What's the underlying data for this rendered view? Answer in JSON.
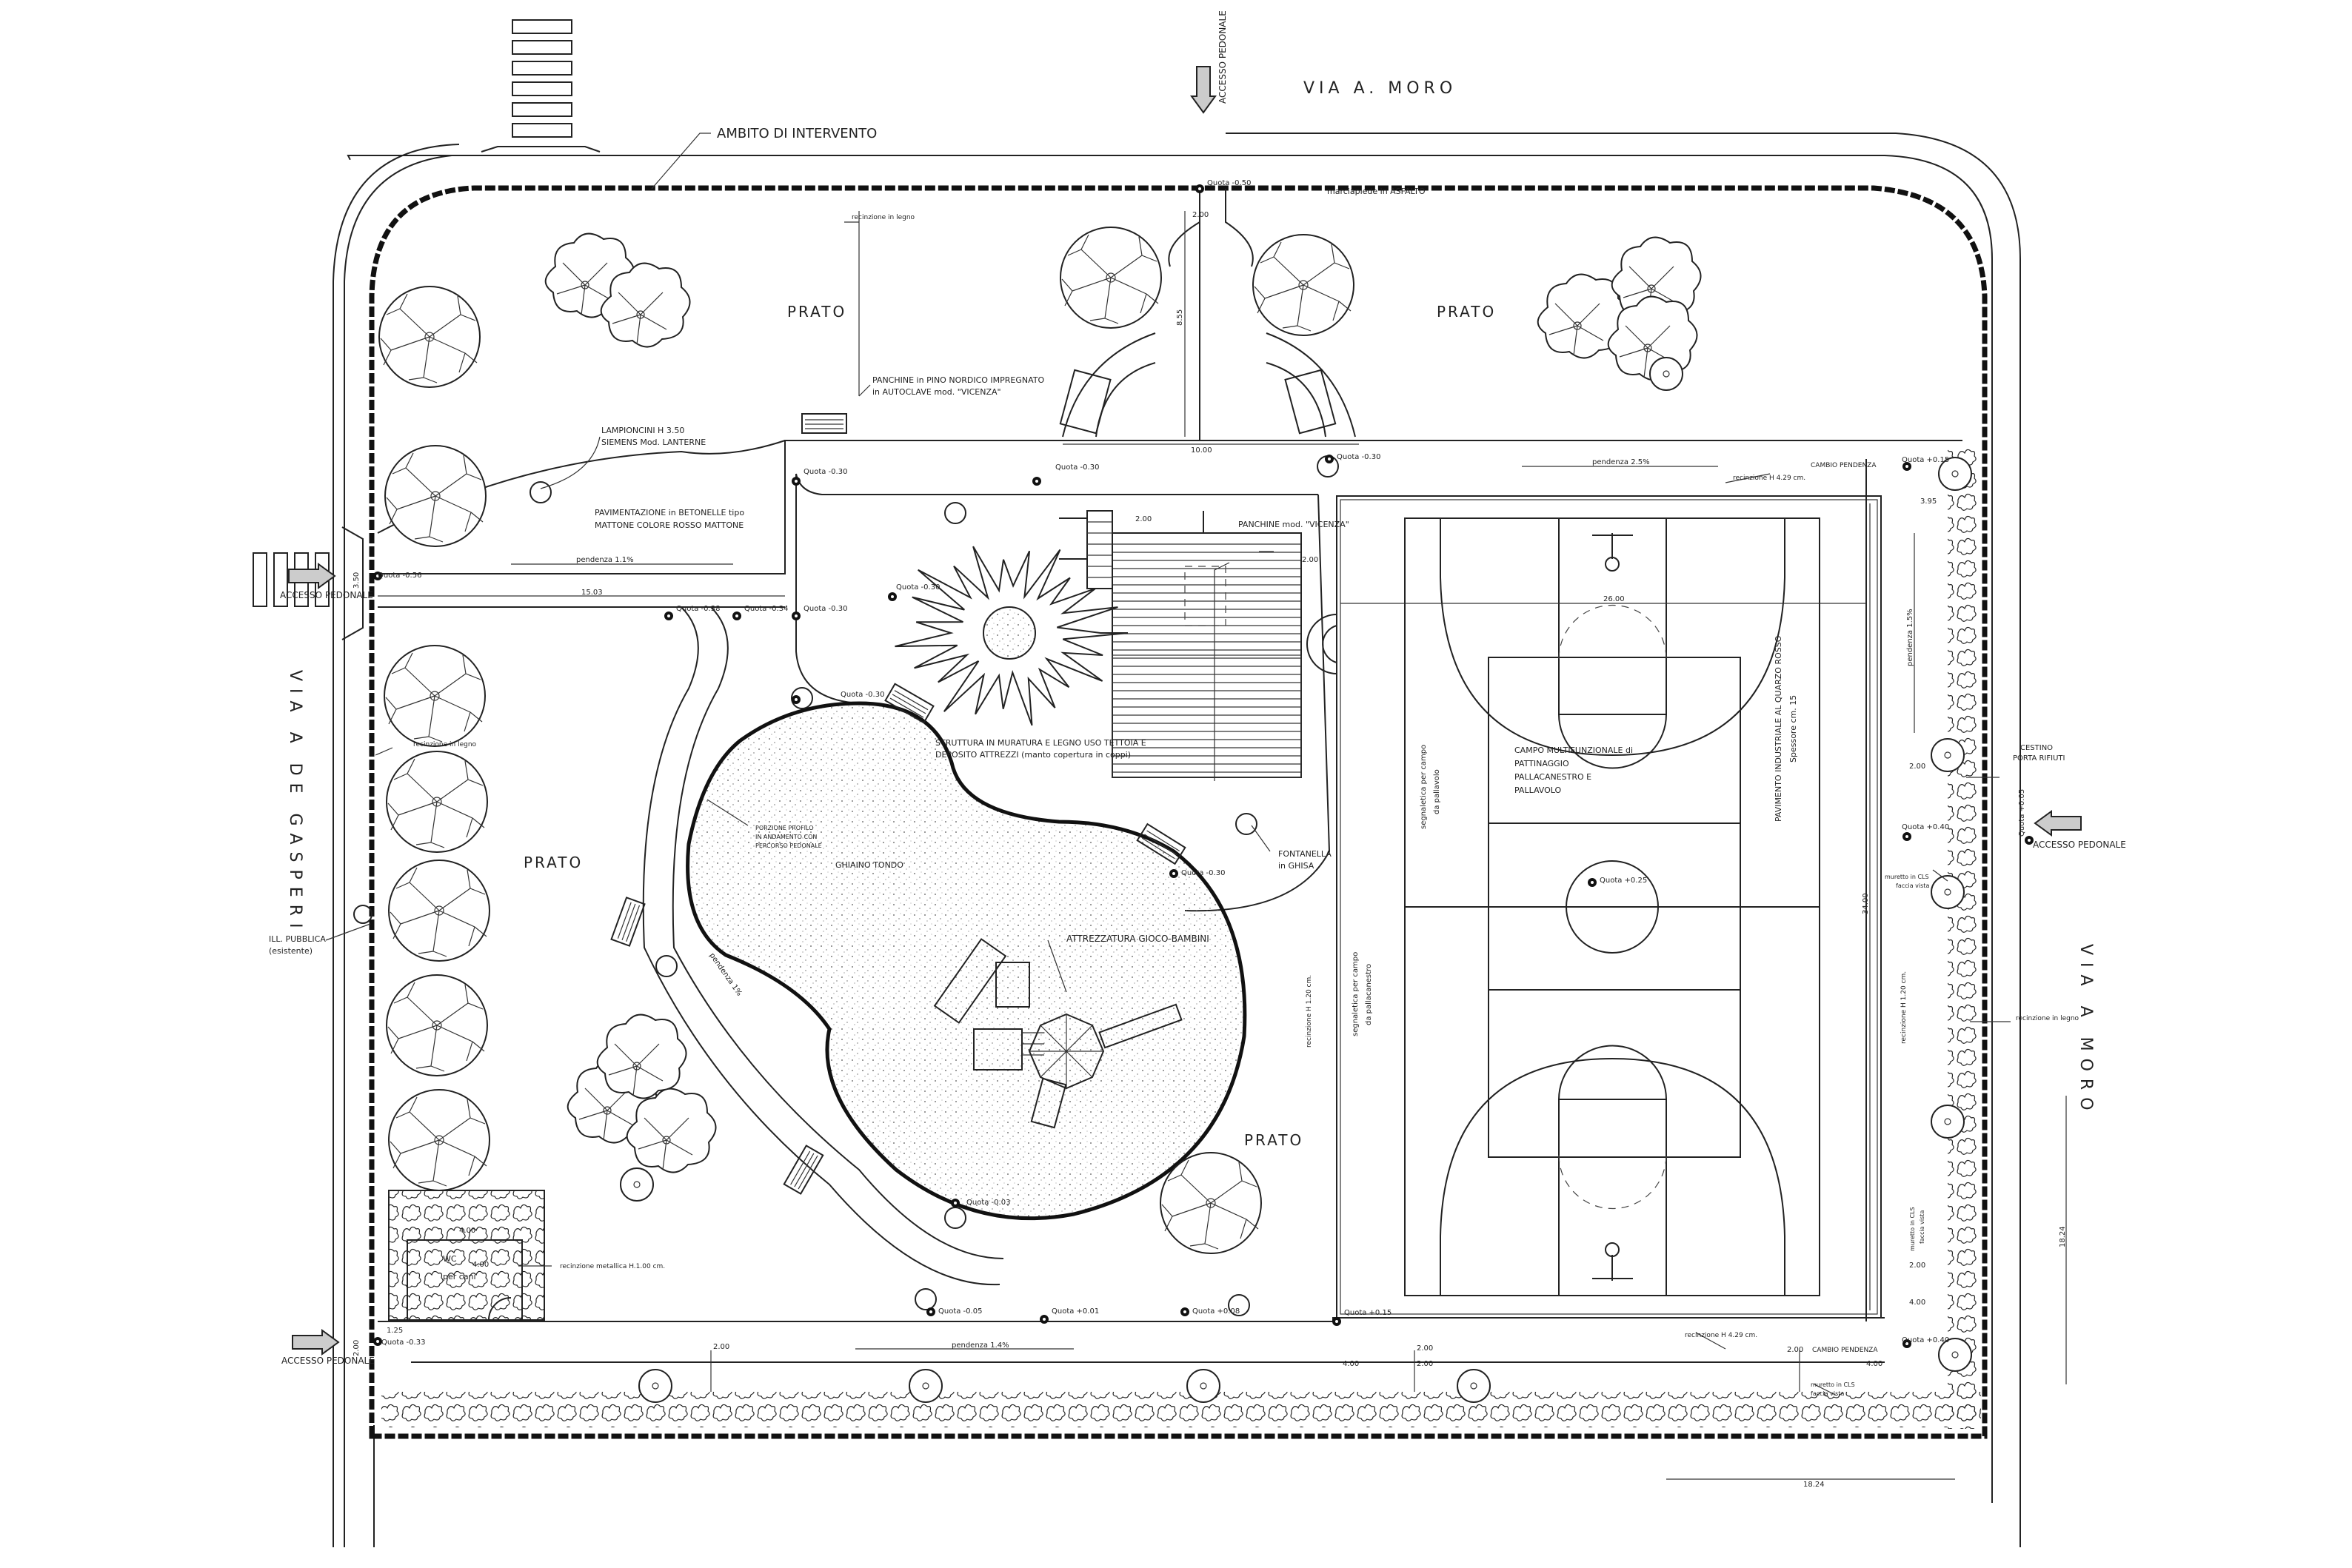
{
  "streets": {
    "north": "VIA  A.  MORO",
    "west": "VIA  A  DE  GASPERI",
    "east": "VIA  A  MORO"
  },
  "callouts": {
    "ambito": "AMBITO DI INTERVENTO",
    "marciapiede": "marciapiede in ASFALTO",
    "recinzione_legno_n": "recinzione in legno",
    "recinzione_legno_w": "recinzione in legno",
    "recinzione_legno_e": "recinzione in legno",
    "panchine_pino_1": "PANCHINE in PINO NORDICO IMPREGNATO",
    "panchine_pino_2": "in AUTOCLAVE mod. \"VICENZA\"",
    "lampioncini_1": "LAMPIONCINI H 3.50",
    "lampioncini_2": "SIEMENS Mod.  LANTERNE",
    "pav_1": "PAVIMENTAZIONE in BETONELLE tipo",
    "pav_2": "MATTONE COLORE ROSSO MATTONE",
    "panchine_vicenza": "PANCHINE mod. \"VICENZA\"",
    "struttura_1": "STRUTTURA IN MURATURA E LEGNO USO TETTOIA E",
    "struttura_2": "DEPOSITO ATTREZZI (manto copertura in coppi)",
    "fontanella_1": "FONTANELLA",
    "fontanella_2": "in GHISA",
    "porzione_1": "PORZIONE PROFILO",
    "porzione_2": "IN ANDAMENTO CON",
    "porzione_3": "PERCORSO PEDONALE",
    "ghiaino": "GHIAINO TONDO",
    "attrezzatura": "ATTREZZATURA GIOCO-BAMBINI",
    "ill_1": "ILL. PUBBLICA",
    "ill_2": "(esistente)",
    "wc_1": "WC",
    "wc_2": "per cani",
    "recinzione_metallica": "recinzione metallica H.1.00 cm.",
    "campo_1": "CAMPO MULTIFUNZIONALE di",
    "campo_2": "PATTINAGGIO",
    "campo_3": "PALLACANESTRO E",
    "campo_4": "PALLAVOLO",
    "pavimento_1": "PAVIMENTO INDUSTRIALE AL QUARZO ROSSO",
    "pavimento_2": "Spessore cm. 15",
    "segnaletica_vol_1": "segnaletica per campo",
    "segnaletica_vol_2": "da pallavolo",
    "segnaletica_bas_1": "segnaletica per campo",
    "segnaletica_bas_2": "da pallacanestro",
    "recinzione_429_n": "recinzione H 4.29 cm.",
    "recinzione_429_s": "recinzione H 4.29 cm.",
    "recinzione_120_w": "recinzione H 1.20 cm.",
    "recinzione_120_e": "recinzione H 1.20 cm.",
    "cambio_n": "CAMBIO PENDENZA",
    "cambio_s": "CAMBIO PENDENZA",
    "cestino_1": "CESTINO",
    "cestino_2": "PORTA RIFIUTI",
    "muretto_1a": "muretto in CLS",
    "muretto_1b": "faccia vista",
    "muretto_2a": "muretto in CLS",
    "muretto_2b": "faccia vista",
    "muretto_3a": "muretto in CLS",
    "muretto_3b": "faccia vista"
  },
  "area_labels": {
    "prato_nw": "PRATO",
    "prato_ne": "PRATO",
    "prato_w": "PRATO",
    "prato_s": "PRATO"
  },
  "access": {
    "north": "ACCESSO PEDONALE",
    "west": "ACCESSO PEDONALE",
    "southwest": "ACCESSO PEDONALE",
    "east": "ACCESSO PEDONALE"
  },
  "quote": {
    "q1": "Quota -0.50",
    "q2": "Quota -0.30",
    "q3": "Quota -0.30",
    "q4": "Quota -0.30",
    "q5": "Quota -0.56",
    "q6": "Quota -0.38",
    "q7": "Quota -0.34",
    "q8": "Quota -0.30",
    "q9": "Quota -0.30",
    "q10": "Quota -0.30",
    "q11": "Quota -0.30",
    "q12": "Quota +0.15",
    "q13": "Quota +0.40",
    "q14": "Quota +0.25",
    "q15": "Quota -0.03",
    "q16": "Quota -0.05",
    "q17": "Quota +0.01",
    "q18": "Quota +0.08",
    "q19": "Quota +0.15",
    "q20": "Quota +0.40",
    "q21": "Quota -0.33",
    "q22": "Quota +0.05"
  },
  "pendenze": {
    "p1": "pendenza 1.1%",
    "p2": "pendenza 2.5%",
    "p3": "pendenza 1.4%",
    "p4": "pendenza 1%",
    "p5": "pendenza 1.5%"
  },
  "dims": {
    "d_200_n": "2.00",
    "d_855": "8.55",
    "d_1000": "10.00",
    "d_1500": "15.03",
    "d_350": "3.50",
    "d_2600": "26.00",
    "d_3400": "34.00",
    "d_200_a": "2.00",
    "d_200_b": "2.00",
    "d_395": "3.95",
    "d_200_c": "2.00",
    "d_200_d": "2.00",
    "d_400_a": "4.00",
    "d_1824_e": "18.24",
    "d_1824_s": "18.24",
    "d_400_wc": "4.00",
    "d_400_wc2": "4.00",
    "d_125": "1.25",
    "d_200_e": "2.00",
    "d_200_s1": "2.00",
    "d_400_s": "4.00",
    "d_200_s2": "2.00",
    "d_200_s3": "2.00",
    "d_400_s2": "4.00",
    "d_200_w": "2.00"
  }
}
